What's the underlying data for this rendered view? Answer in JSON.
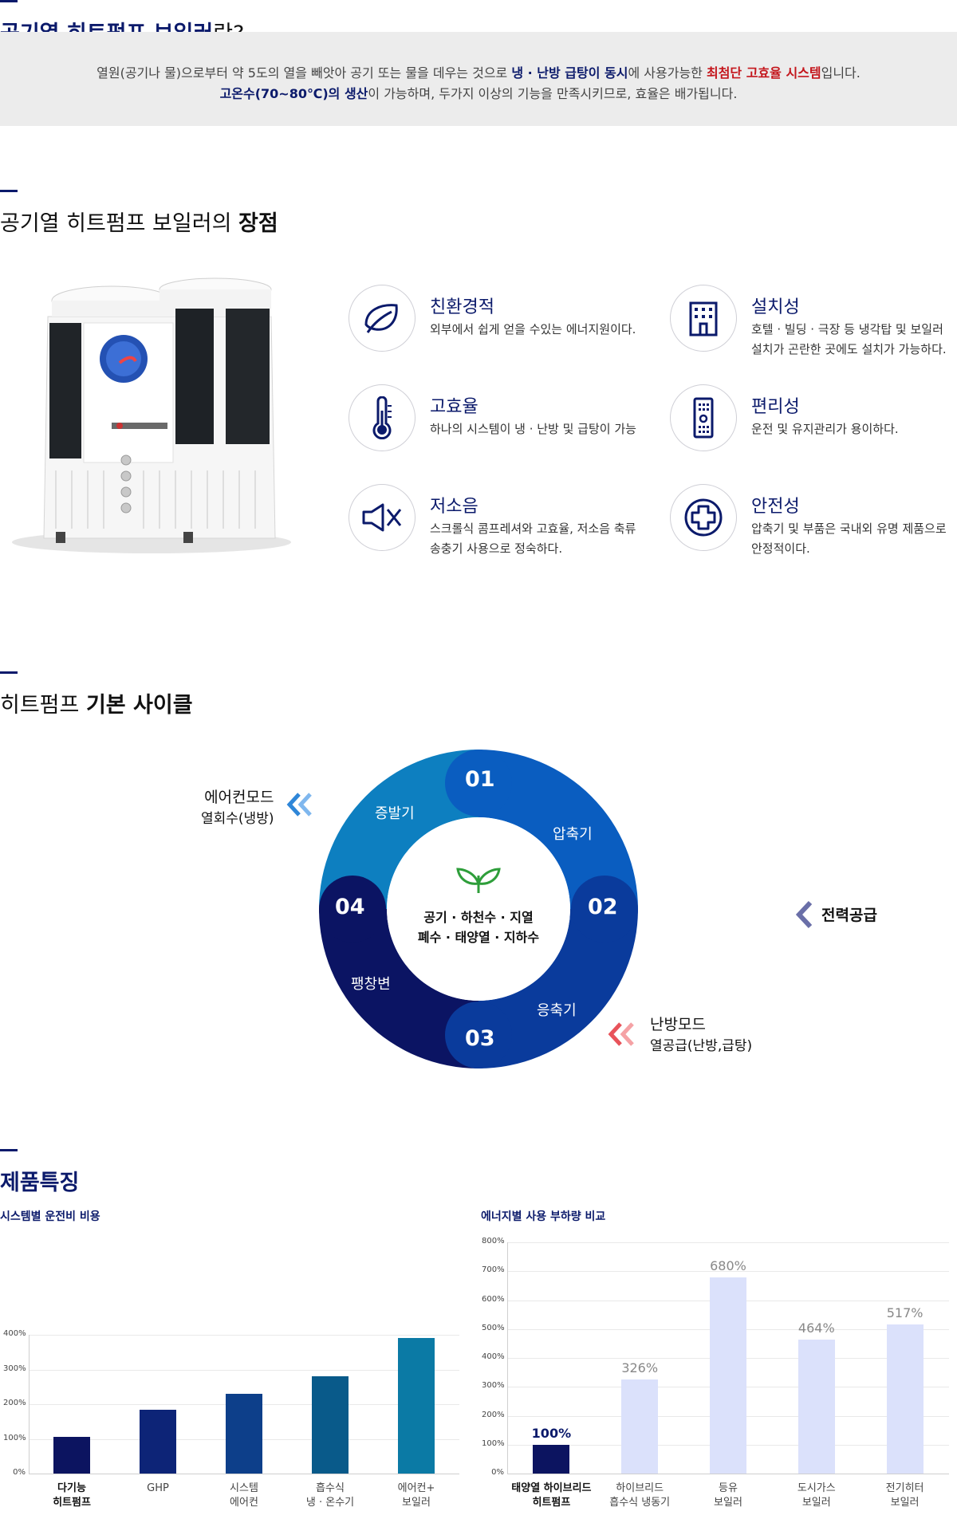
{
  "intro": {
    "title_bold": "공기열 히트펌프 보일러",
    "title_rest": "란?",
    "line1_a": "열원(공기나 물)으로부터 약 5도의 열을 빼앗아 공기 또는 물을 데우는 것으로 ",
    "line1_b": "냉 · 난방 급탕이 동시",
    "line1_c": "에 사용가능한 ",
    "line1_d": "최첨단 고효율 시스템",
    "line1_e": "입니다.",
    "line2_a": "고온수(70~80℃)의 생산",
    "line2_b": "이 가능하며, 두가지 이상의 기능을 만족시키므로, 효율은 배가됩니다."
  },
  "advantages": {
    "title_light": "공기열 히트펌프 보일러의 ",
    "title_bold": "장점",
    "items": [
      {
        "icon": "leaf-icon",
        "title": "친환경적",
        "desc1": "외부에서 쉽게 얻을 수있는 에너지원이다.",
        "desc2": ""
      },
      {
        "icon": "building-icon",
        "title": "설치성",
        "desc1": "호텔 · 빌딩 · 극장 등 냉각탑 및 보일러",
        "desc2": "설치가 곤란한 곳에도 설치가 가능하다."
      },
      {
        "icon": "thermometer-icon",
        "title": "고효율",
        "desc1": "하나의 시스템이 냉 · 난방 및 급탕이 가능",
        "desc2": ""
      },
      {
        "icon": "remote-control-icon",
        "title": "편리성",
        "desc1": "운전 및 유지관리가 용이하다.",
        "desc2": ""
      },
      {
        "icon": "speaker-mute-icon",
        "title": "저소음",
        "desc1": "스크롤식 콤프레셔와 고효율, 저소음 축류",
        "desc2": "송충기 사용으로 정숙하다."
      },
      {
        "icon": "medical-cross-icon",
        "title": "안전성",
        "desc1": "압축기 및 부품은 국내외 유명 제품으로",
        "desc2": "안정적이다."
      }
    ]
  },
  "cycle": {
    "title_light": "히트펌프 ",
    "title_bold": "기본 사이클",
    "steps": [
      {
        "num": "01",
        "label": "증발기"
      },
      {
        "num": "02",
        "label": "압축기"
      },
      {
        "num": "03",
        "label": "응축기"
      },
      {
        "num": "04",
        "label": "팽창변"
      }
    ],
    "center_line1": "공기 · 하천수 · 지열",
    "center_line2": "폐수 · 태양열 · 지하수",
    "aircon_title": "에어컨모드",
    "aircon_sub": "열회수(냉방)",
    "power": "전력공급",
    "heating_title": "난방모드",
    "heating_sub": "열공급(난방,급탕)"
  },
  "features": {
    "title": "제품특징"
  },
  "chart_data": [
    {
      "type": "bar",
      "title": "시스템별 운전비 비용",
      "categories": [
        "다기능 히트펌프",
        "GHP",
        "시스템 에어컨",
        "흡수식 냉 · 온수기",
        "에어컨+ 보일러"
      ],
      "category_lines": [
        [
          "다기능",
          "히트펌프"
        ],
        [
          "GHP",
          ""
        ],
        [
          "시스템",
          "에어컨"
        ],
        [
          "흡수식",
          "냉 · 온수기"
        ],
        [
          "에어컨+",
          "보일러"
        ]
      ],
      "values": [
        105,
        185,
        230,
        280,
        390
      ],
      "colors": [
        "#0c1460",
        "#0d2477",
        "#0d3f8a",
        "#095a8a",
        "#0b7aa5"
      ],
      "ylim": [
        0,
        400
      ],
      "yticks": [
        "0%",
        "100%",
        "200%",
        "300%",
        "400%"
      ],
      "show_values": false
    },
    {
      "type": "bar",
      "title": "에너지별 사용 부하량 비교",
      "categories": [
        "태양열 하이브리드 히트펌프",
        "하이브리드 흡수식 냉동기",
        "등유 보일러",
        "도시가스 보일러",
        "전기히터 보일러"
      ],
      "category_lines": [
        [
          "태양열 하이브리드",
          "히트펌프"
        ],
        [
          "하이브리드",
          "흡수식 냉동기"
        ],
        [
          "등유",
          "보일러"
        ],
        [
          "도시가스",
          "보일러"
        ],
        [
          "전기히터",
          "보일러"
        ]
      ],
      "values": [
        100,
        326,
        680,
        464,
        517
      ],
      "value_labels": [
        "100%",
        "326%",
        "680%",
        "464%",
        "517%"
      ],
      "colors": [
        "#0c1460",
        "#dbe1fb",
        "#dbe1fb",
        "#dbe1fb",
        "#dbe1fb"
      ],
      "ylim": [
        0,
        800
      ],
      "yticks": [
        "0%",
        "100%",
        "200%",
        "300%",
        "400%",
        "500%",
        "600%",
        "700%",
        "800%"
      ],
      "show_values": true
    }
  ]
}
